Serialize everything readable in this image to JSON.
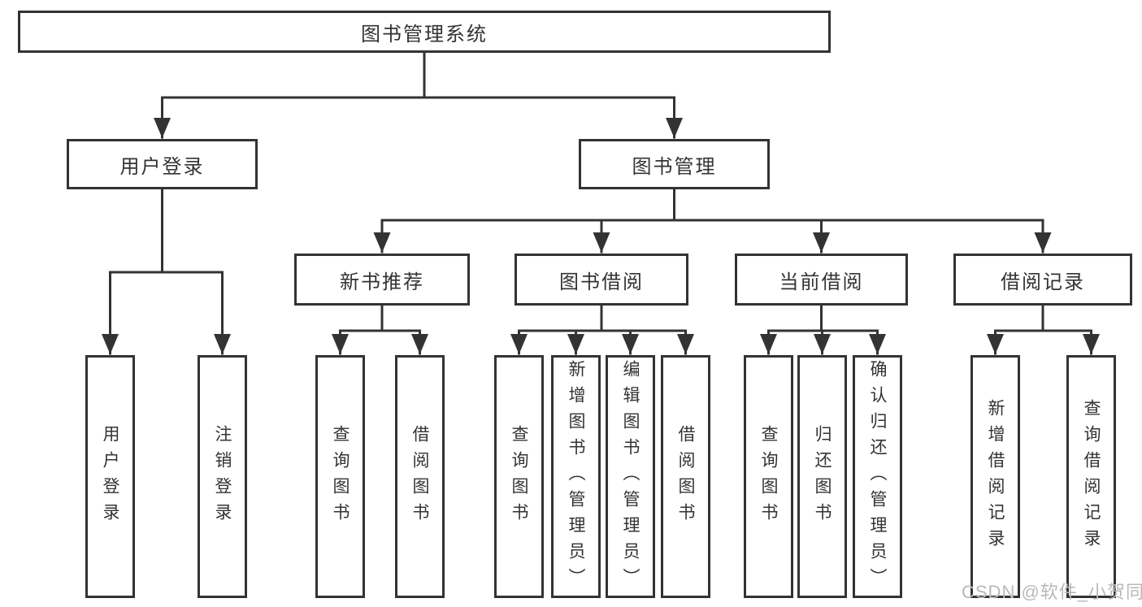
{
  "tree": {
    "label": "图书管理系统",
    "children": [
      {
        "label": "用户登录",
        "children": [
          {
            "label": "用户登录"
          },
          {
            "label": "注销登录"
          }
        ]
      },
      {
        "label": "图书管理",
        "children": [
          {
            "label": "新书推荐",
            "children": [
              {
                "label": "查询图书"
              },
              {
                "label": "借阅图书"
              }
            ]
          },
          {
            "label": "图书借阅",
            "children": [
              {
                "label": "查询图书"
              },
              {
                "label": "新增图书（管理员）"
              },
              {
                "label": "编辑图书（管理员）"
              },
              {
                "label": "借阅图书"
              }
            ]
          },
          {
            "label": "当前借阅",
            "children": [
              {
                "label": "查询图书"
              },
              {
                "label": "归还图书"
              },
              {
                "label": "确认归还（管理员）"
              }
            ]
          },
          {
            "label": "借阅记录",
            "children": [
              {
                "label": "新增借阅记录"
              },
              {
                "label": "查询借阅记录"
              }
            ]
          }
        ]
      }
    ]
  },
  "watermark": "CSDN @软件_小贺同学",
  "colors": {
    "line": "#333333",
    "box_border": "#333333",
    "box_fill": "#ffffff",
    "text": "#333333",
    "watermark": "#b9b9b9",
    "background": "#ffffff"
  }
}
